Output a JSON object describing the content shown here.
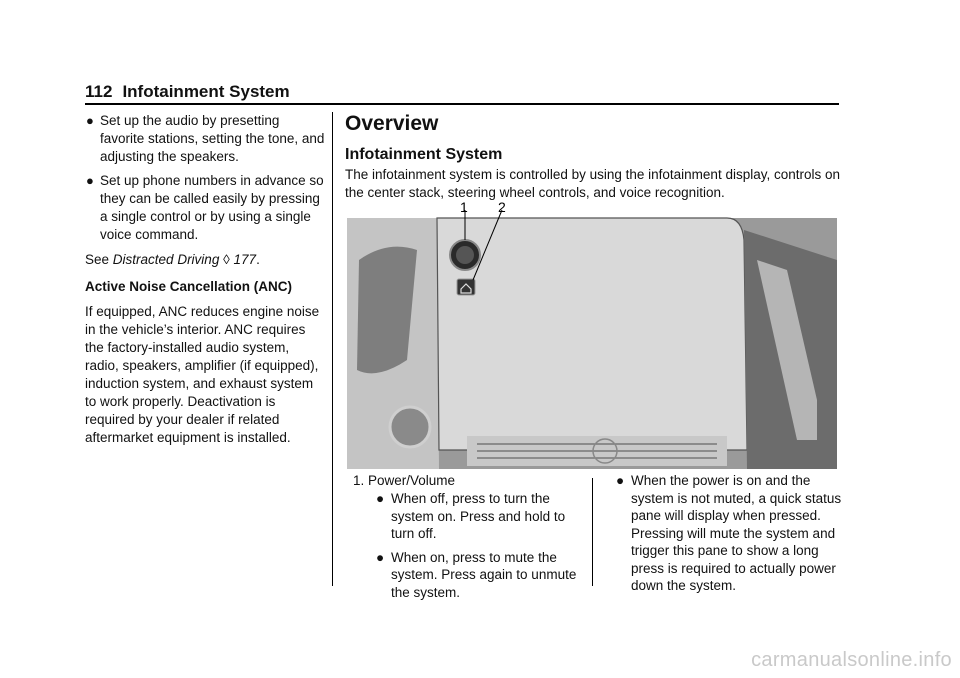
{
  "header": {
    "page_number": "112",
    "title": "Infotainment System"
  },
  "left_column": {
    "bullets": [
      "Set up the audio by presetting favorite stations, setting the tone, and adjusting the speakers.",
      "Set up phone numbers in advance so they can be called easily by pressing a single control or by using a single voice command."
    ],
    "see_prefix": "See",
    "see_link": "Distracted Driving",
    "see_arrow": "◊",
    "see_page": "177",
    "see_suffix": ".",
    "anc_heading": "Active Noise Cancellation (ANC)",
    "anc_text": "If equipped, ANC reduces engine noise in the vehicle’s interior. ANC requires the factory-installed audio system, radio, speakers, amplifier (if equipped), induction system, and exhaust system to work properly. Deactivation is required by your dealer if related aftermarket equipment is installed."
  },
  "right_column": {
    "section_title": "Overview",
    "subsection_title": "Infotainment System",
    "intro": "The infotainment system is controlled by using the infotainment display, controls on the center stack, steering wheel controls, and voice recognition."
  },
  "figure": {
    "callout_1": "1",
    "callout_2": "2"
  },
  "callouts": {
    "item_1_label": "1.  Power/Volume",
    "col1_bullets": [
      "When off, press to turn the system on. Press and hold to turn off.",
      "When on, press to mute the system. Press again to unmute the system."
    ],
    "col2_bullets": [
      "When the power is on and the system is not muted, a quick status pane will display when pressed. Pressing will mute the system and trigger this pane to show a long press is required to actually power down the system."
    ]
  },
  "watermark": "carmanualsonline.info"
}
